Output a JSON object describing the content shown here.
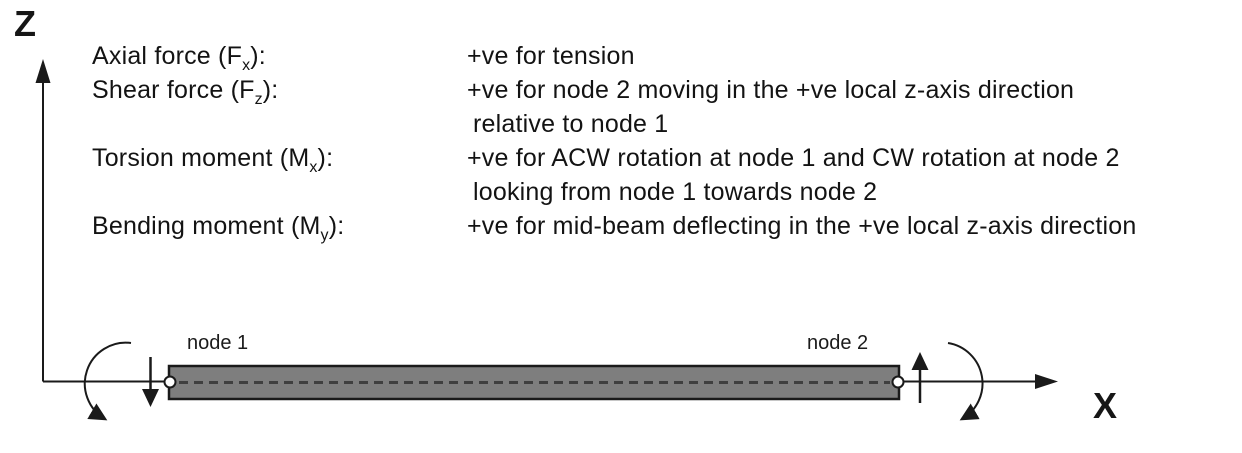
{
  "axes": {
    "z_label": "Z",
    "x_label": "X"
  },
  "conventions": {
    "rows": [
      {
        "term_pre": "Axial force (F",
        "term_sub": "x",
        "term_post": "):",
        "desc": "+ve for tension"
      },
      {
        "term_pre": "Shear force (F",
        "term_sub": "z",
        "term_post": "):",
        "desc": "+ve for node 2 moving in the +ve local z-axis direction"
      },
      {
        "term_pre": "",
        "term_sub": "",
        "term_post": "",
        "desc": "relative to node 1"
      },
      {
        "term_pre": "Torsion moment (M",
        "term_sub": "x",
        "term_post": "):",
        "desc": "+ve for ACW rotation at node 1 and CW rotation at node 2"
      },
      {
        "term_pre": "",
        "term_sub": "",
        "term_post": "",
        "desc": "looking from node 1 towards node 2"
      },
      {
        "term_pre": "Bending moment (M",
        "term_sub": "y",
        "term_post": "):",
        "desc": "+ve for mid-beam deflecting in the +ve local z-axis direction"
      }
    ]
  },
  "beam": {
    "node1_label": "node 1",
    "node2_label": "node 2",
    "fill_color": "#7e7e7e",
    "centerline_color": "#3f3f3f",
    "line_color": "#1a1a1a",
    "node_marker_color": "#ffffff"
  }
}
